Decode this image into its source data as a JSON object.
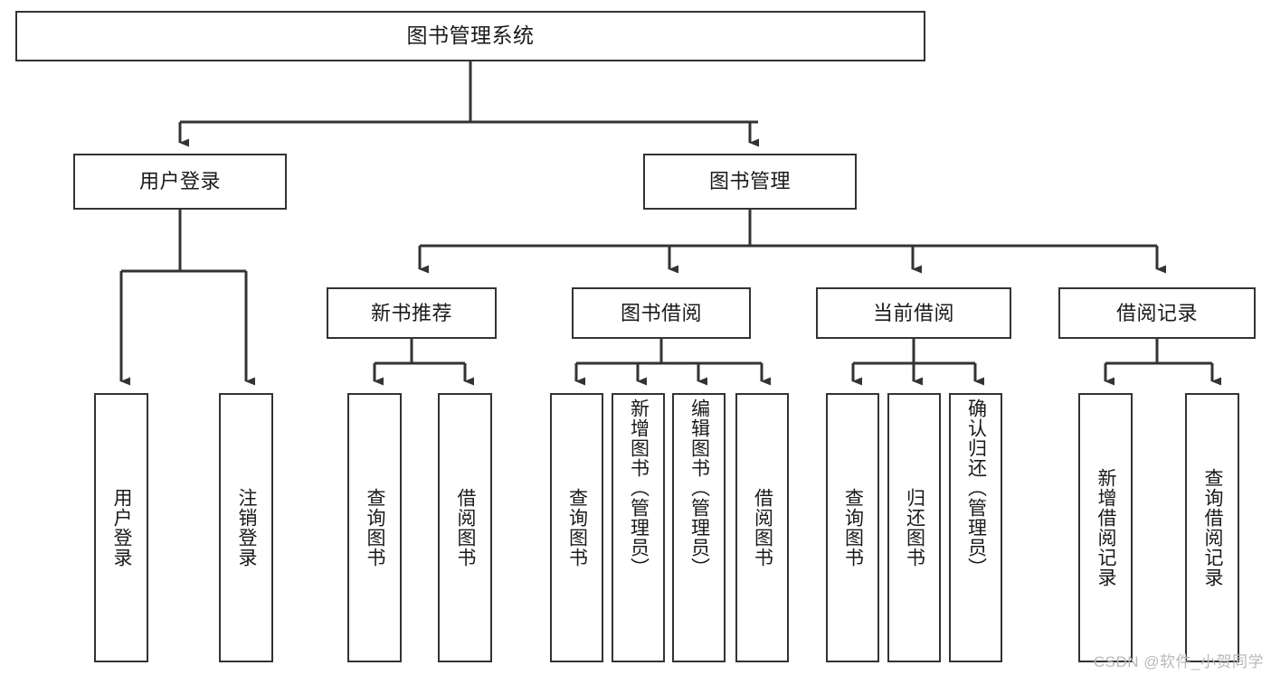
{
  "diagram": {
    "title": "图书管理系统",
    "type": "tree-hierarchy-diagram",
    "watermark": "CSDN @软件_小贺同学",
    "colors": {
      "border": "#333333",
      "background": "#ffffff",
      "text": "#1a1a1a",
      "watermark": "#b9b9b9"
    }
  },
  "nodes": {
    "root": {
      "label": "图书管理系统"
    },
    "level2": [
      {
        "id": "user-login",
        "label": "用户登录"
      },
      {
        "id": "book-management",
        "label": "图书管理"
      }
    ],
    "level3": [
      {
        "id": "new-book-recommend",
        "label": "新书推荐"
      },
      {
        "id": "book-borrow",
        "label": "图书借阅"
      },
      {
        "id": "current-borrow",
        "label": "当前借阅"
      },
      {
        "id": "borrow-record",
        "label": "借阅记录"
      }
    ],
    "leaves": {
      "user_login": [
        {
          "id": "leaf-user-login",
          "label": "用户登录"
        },
        {
          "id": "leaf-logout-login",
          "label": "注销登录"
        }
      ],
      "new_book_recommend": [
        {
          "id": "leaf-query-book-1",
          "label": "查询图书"
        },
        {
          "id": "leaf-borrow-book-1",
          "label": "借阅图书"
        }
      ],
      "book_borrow": [
        {
          "id": "leaf-query-book-2",
          "label": "查询图书"
        },
        {
          "id": "leaf-add-book",
          "label": "新增图书（管理员）"
        },
        {
          "id": "leaf-edit-book",
          "label": "编辑图书（管理员）"
        },
        {
          "id": "leaf-borrow-book-2",
          "label": "借阅图书"
        }
      ],
      "current_borrow": [
        {
          "id": "leaf-query-book-3",
          "label": "查询图书"
        },
        {
          "id": "leaf-return-book",
          "label": "归还图书"
        },
        {
          "id": "leaf-confirm-return",
          "label": "确认归还（管理员）"
        }
      ],
      "borrow_record": [
        {
          "id": "leaf-add-record",
          "label": "新增借阅记录"
        },
        {
          "id": "leaf-query-record",
          "label": "查询借阅记录"
        }
      ]
    }
  }
}
